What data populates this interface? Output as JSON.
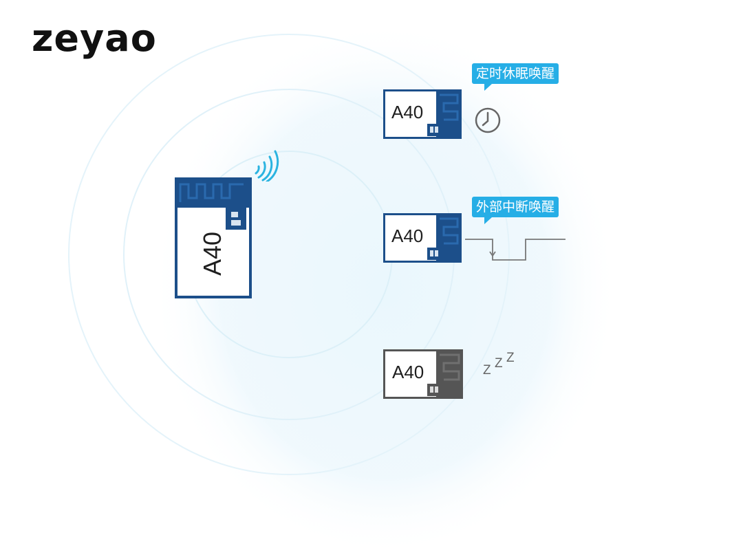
{
  "brand": {
    "logo_text": "zeyao"
  },
  "main_module": {
    "label": "A40",
    "color": "#1c4f8a"
  },
  "devices": [
    {
      "label": "A40",
      "state": "timer-wake",
      "callout": "定时休眠唤醒",
      "icon": "clock-icon"
    },
    {
      "label": "A40",
      "state": "interrupt-wake",
      "callout": "外部中断唤醒",
      "icon": "interrupt-signal-icon"
    },
    {
      "label": "A40",
      "state": "sleeping",
      "callout": "",
      "icon": "sleep-zzz-icon",
      "zzz": [
        "Z",
        "Z",
        "Z"
      ]
    }
  ],
  "colors": {
    "active_module": "#1c4f8a",
    "sleep_module": "#555555",
    "callout": "#26aee6",
    "signal": "#2ab3e0",
    "wave": "#e3f4fb"
  }
}
